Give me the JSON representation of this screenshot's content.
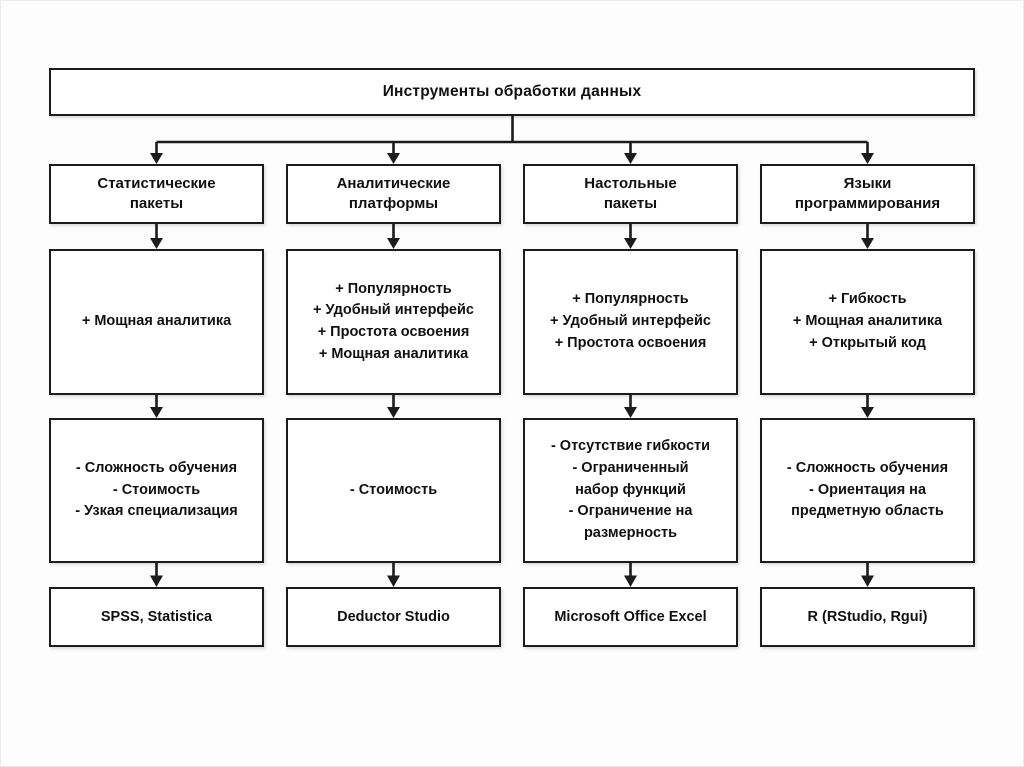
{
  "theme": {
    "line_color": "#1c1c1c",
    "box_background": "#ffffff",
    "text_color": "#111111",
    "page_background": "#fdfdfd"
  },
  "title": "Инструменты обработки данных",
  "columns": [
    {
      "header": "Статистические\nпакеты",
      "pros": [
        "+ Мощная аналитика"
      ],
      "cons": [
        "- Сложность обучения",
        "- Стоимость",
        "- Узкая специализация"
      ],
      "tools": "SPSS, Statistica"
    },
    {
      "header": "Аналитические\nплатформы",
      "pros": [
        "+ Популярность",
        "+ Удобный интерфейс",
        "+ Простота освоения",
        "+ Мощная аналитика"
      ],
      "cons": [
        "- Стоимость"
      ],
      "tools": "Deductor Studio"
    },
    {
      "header": "Настольные\nпакеты",
      "pros": [
        "+ Популярность",
        "+ Удобный интерфейс",
        "+ Простота освоения"
      ],
      "cons": [
        "- Отсутствие гибкости",
        "- Ограниченный\nнабор функций",
        "- Ограничение на\nразмерность"
      ],
      "tools": "Microsoft Office Excel"
    },
    {
      "header": "Языки\nпрограммирования",
      "pros": [
        "+ Гибкость",
        "+ Мощная аналитика",
        "+ Открытый код"
      ],
      "cons": [
        "- Сложность обучения",
        "- Ориентация на\nпредметную область"
      ],
      "tools": "R (RStudio, Rgui)"
    }
  ]
}
